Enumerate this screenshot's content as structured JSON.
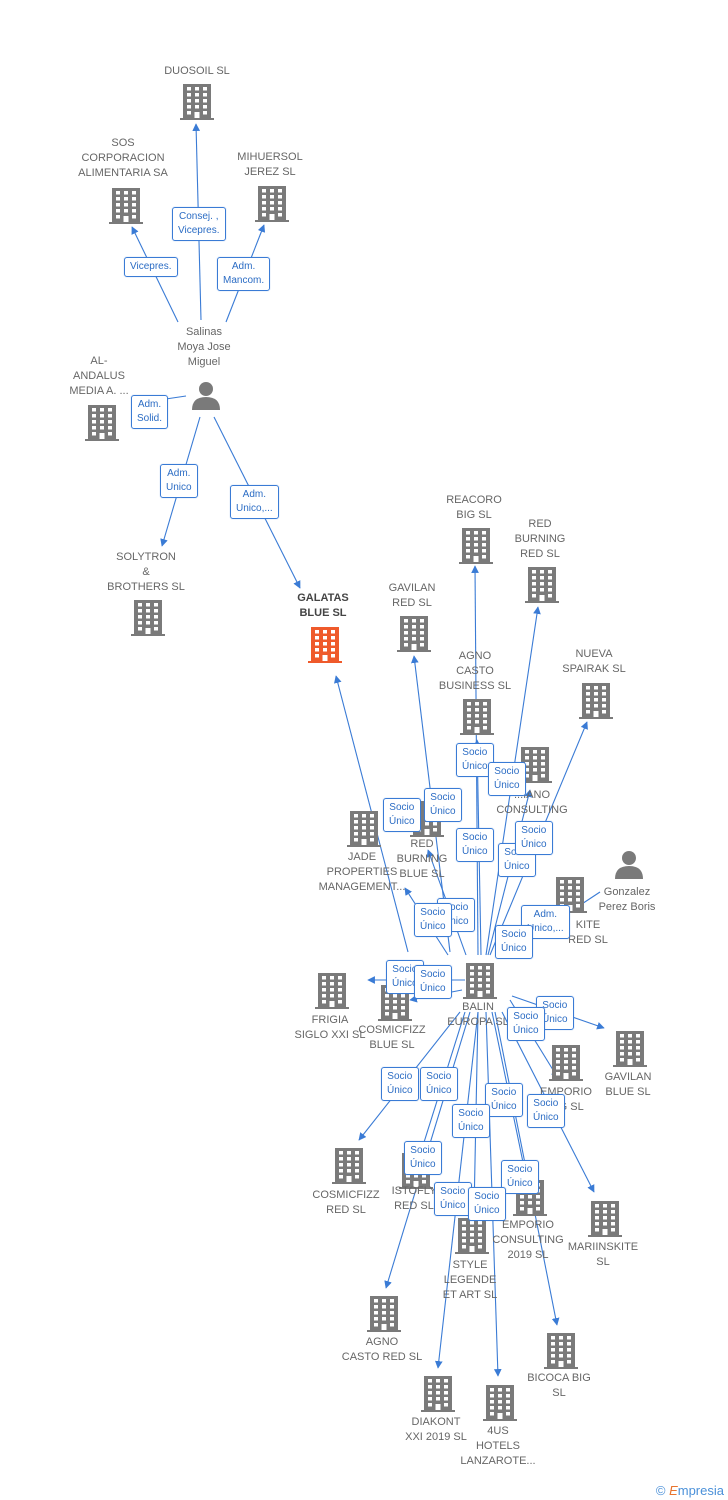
{
  "nodes": [
    {
      "id": "duosoil",
      "label": "DUOSOIL SL",
      "type": "company"
    },
    {
      "id": "sos",
      "label": "SOS\nCORPORACION\nALIMENTARIA SA",
      "type": "company"
    },
    {
      "id": "mihuersol",
      "label": "MIHUERSOL\nJEREZ SL",
      "type": "company"
    },
    {
      "id": "salinas",
      "label": "Salinas\nMoya Jose\nMiguel",
      "type": "person"
    },
    {
      "id": "alandalus",
      "label": "AL-\nANDALUS\nMEDIA A. ...",
      "type": "company"
    },
    {
      "id": "solytron",
      "label": "SOLYTRON\n&\nBROTHERS SL",
      "type": "company"
    },
    {
      "id": "galatas",
      "label": "GALATAS\nBLUE  SL",
      "type": "focus"
    },
    {
      "id": "reacoro",
      "label": "REACORO\nBIG  SL",
      "type": "company"
    },
    {
      "id": "redburning",
      "label": "RED\nBURNING\nRED  SL",
      "type": "company"
    },
    {
      "id": "gavilanred",
      "label": "GAVILAN\nRED  SL",
      "type": "company"
    },
    {
      "id": "agnocasto",
      "label": "AGNO\nCASTO\nBUSINESS  SL",
      "type": "company"
    },
    {
      "id": "nuevaspairak",
      "label": "NUEVA\nSPAIRAK  SL",
      "type": "company"
    },
    {
      "id": "stiano",
      "label": "...IANO\nCONSULTING",
      "type": "company"
    },
    {
      "id": "jade",
      "label": "JADE\nPROPERTIES\nMANAGEMENT...",
      "type": "company"
    },
    {
      "id": "redburningblue",
      "label": "RED\nBURNING\nBLUE  SL",
      "type": "company"
    },
    {
      "id": "gonzalez",
      "label": "Gonzalez\nPerez Boris",
      "type": "person"
    },
    {
      "id": "kitered",
      "label": "KITE\nRED  SL",
      "type": "company"
    },
    {
      "id": "balin",
      "label": "BALIN\nEUROPA  SL",
      "type": "company"
    },
    {
      "id": "frigia",
      "label": "FRIGIA\nSIGLO XXI  SL",
      "type": "company"
    },
    {
      "id": "cosmicfizzblue",
      "label": "COSMICFIZZ\nBLUE  SL",
      "type": "company"
    },
    {
      "id": "gavilanblue",
      "label": "GAVILAN\nBLUE  SL",
      "type": "company"
    },
    {
      "id": "emporiobig",
      "label": "EMPORIO\nBIG  SL",
      "type": "company"
    },
    {
      "id": "cosmicfizzred",
      "label": "COSMICFIZZ\nRED  SL",
      "type": "company"
    },
    {
      "id": "istoflyred",
      "label": "ISTOFLY\nRED  SL",
      "type": "company"
    },
    {
      "id": "emporioconsulting",
      "label": "EMPORIO\nCONSULTING\n2019  SL",
      "type": "company"
    },
    {
      "id": "mariinskite",
      "label": "MARIINSKITE\nSL",
      "type": "company"
    },
    {
      "id": "stylelegende",
      "label": "STYLE\nLEGENDE\nET ART  SL",
      "type": "company"
    },
    {
      "id": "agnocastored",
      "label": "AGNO\nCASTO RED  SL",
      "type": "company"
    },
    {
      "id": "bicoca",
      "label": "BICOCA BIG\nSL",
      "type": "company"
    },
    {
      "id": "diakont",
      "label": "DIAKONT\nXXI 2019  SL",
      "type": "company"
    },
    {
      "id": "4us",
      "label": "4US\nHOTELS\nLANZAROTE...",
      "type": "company"
    }
  ],
  "relations": [
    {
      "from": "salinas",
      "to": "duosoil",
      "label": "Consej. ,\nVicepres."
    },
    {
      "from": "salinas",
      "to": "sos",
      "label": "Vicepres."
    },
    {
      "from": "salinas",
      "to": "mihuersol",
      "label": "Adm.\nMancom."
    },
    {
      "from": "salinas",
      "to": "alandalus",
      "label": "Adm.\nSolid."
    },
    {
      "from": "salinas",
      "to": "solytron",
      "label": "Adm.\nUnico"
    },
    {
      "from": "salinas",
      "to": "galatas",
      "label": "Adm.\nUnico,..."
    },
    {
      "from": "balin",
      "to": "galatas",
      "label": "Socio\nÚnico"
    },
    {
      "from": "balin",
      "to": "gavilanred",
      "label": "Socio\nÚnico"
    },
    {
      "from": "balin",
      "to": "reacoro",
      "label": "Socio\nÚnico"
    },
    {
      "from": "balin",
      "to": "agnocasto",
      "label": "Socio\nÚnico"
    },
    {
      "from": "balin",
      "to": "redburning",
      "label": "Socio\nÚnico"
    },
    {
      "from": "balin",
      "to": "nuevaspairak",
      "label": "Socio\nÚnico"
    },
    {
      "from": "balin",
      "to": "stiano",
      "label": "Socio\nÚnico"
    },
    {
      "from": "balin",
      "to": "redburningblue",
      "label": "Socio\nÚnico"
    },
    {
      "from": "balin",
      "to": "jade",
      "label": "Socio\nÚnico"
    },
    {
      "from": "gonzalez",
      "to": "balin",
      "label": "Adm.\nUnico,..."
    },
    {
      "from": "balin",
      "to": "kitered",
      "label": "Socio\nÚnico"
    },
    {
      "from": "balin",
      "to": "frigia",
      "label": "Socio\nÚnico"
    },
    {
      "from": "balin",
      "to": "cosmicfizzblue",
      "label": "Socio\nÚnico"
    },
    {
      "from": "balin",
      "to": "gavilanblue",
      "label": "Socio\nÚnico"
    },
    {
      "from": "balin",
      "to": "emporiobig",
      "label": "Socio\nÚnico"
    },
    {
      "from": "balin",
      "to": "cosmicfizzred",
      "label": "Socio\nÚnico"
    },
    {
      "from": "balin",
      "to": "istoflyred",
      "label": "Socio\nÚnico"
    },
    {
      "from": "balin",
      "to": "emporioconsulting",
      "label": "Socio\nÚnico"
    },
    {
      "from": "balin",
      "to": "mariinskite",
      "label": "Socio\nÚnico"
    },
    {
      "from": "balin",
      "to": "stylelegende",
      "label": "Socio\nÚnico"
    },
    {
      "from": "balin",
      "to": "agnocastored",
      "label": "Socio\nÚnico"
    },
    {
      "from": "balin",
      "to": "bicoca",
      "label": "Socio\nÚnico"
    },
    {
      "from": "balin",
      "to": "diakont",
      "label": "Socio\nÚnico"
    },
    {
      "from": "balin",
      "to": "4us",
      "label": "Socio\nÚnico"
    }
  ],
  "colors": {
    "edge": "#3a7bd5",
    "building": "#7a7a7a",
    "focus": "#ef5a2b",
    "person": "#7a7a7a"
  },
  "footer": {
    "symbol": "©",
    "brand_initial": "E",
    "brand_rest": "mpresia"
  }
}
